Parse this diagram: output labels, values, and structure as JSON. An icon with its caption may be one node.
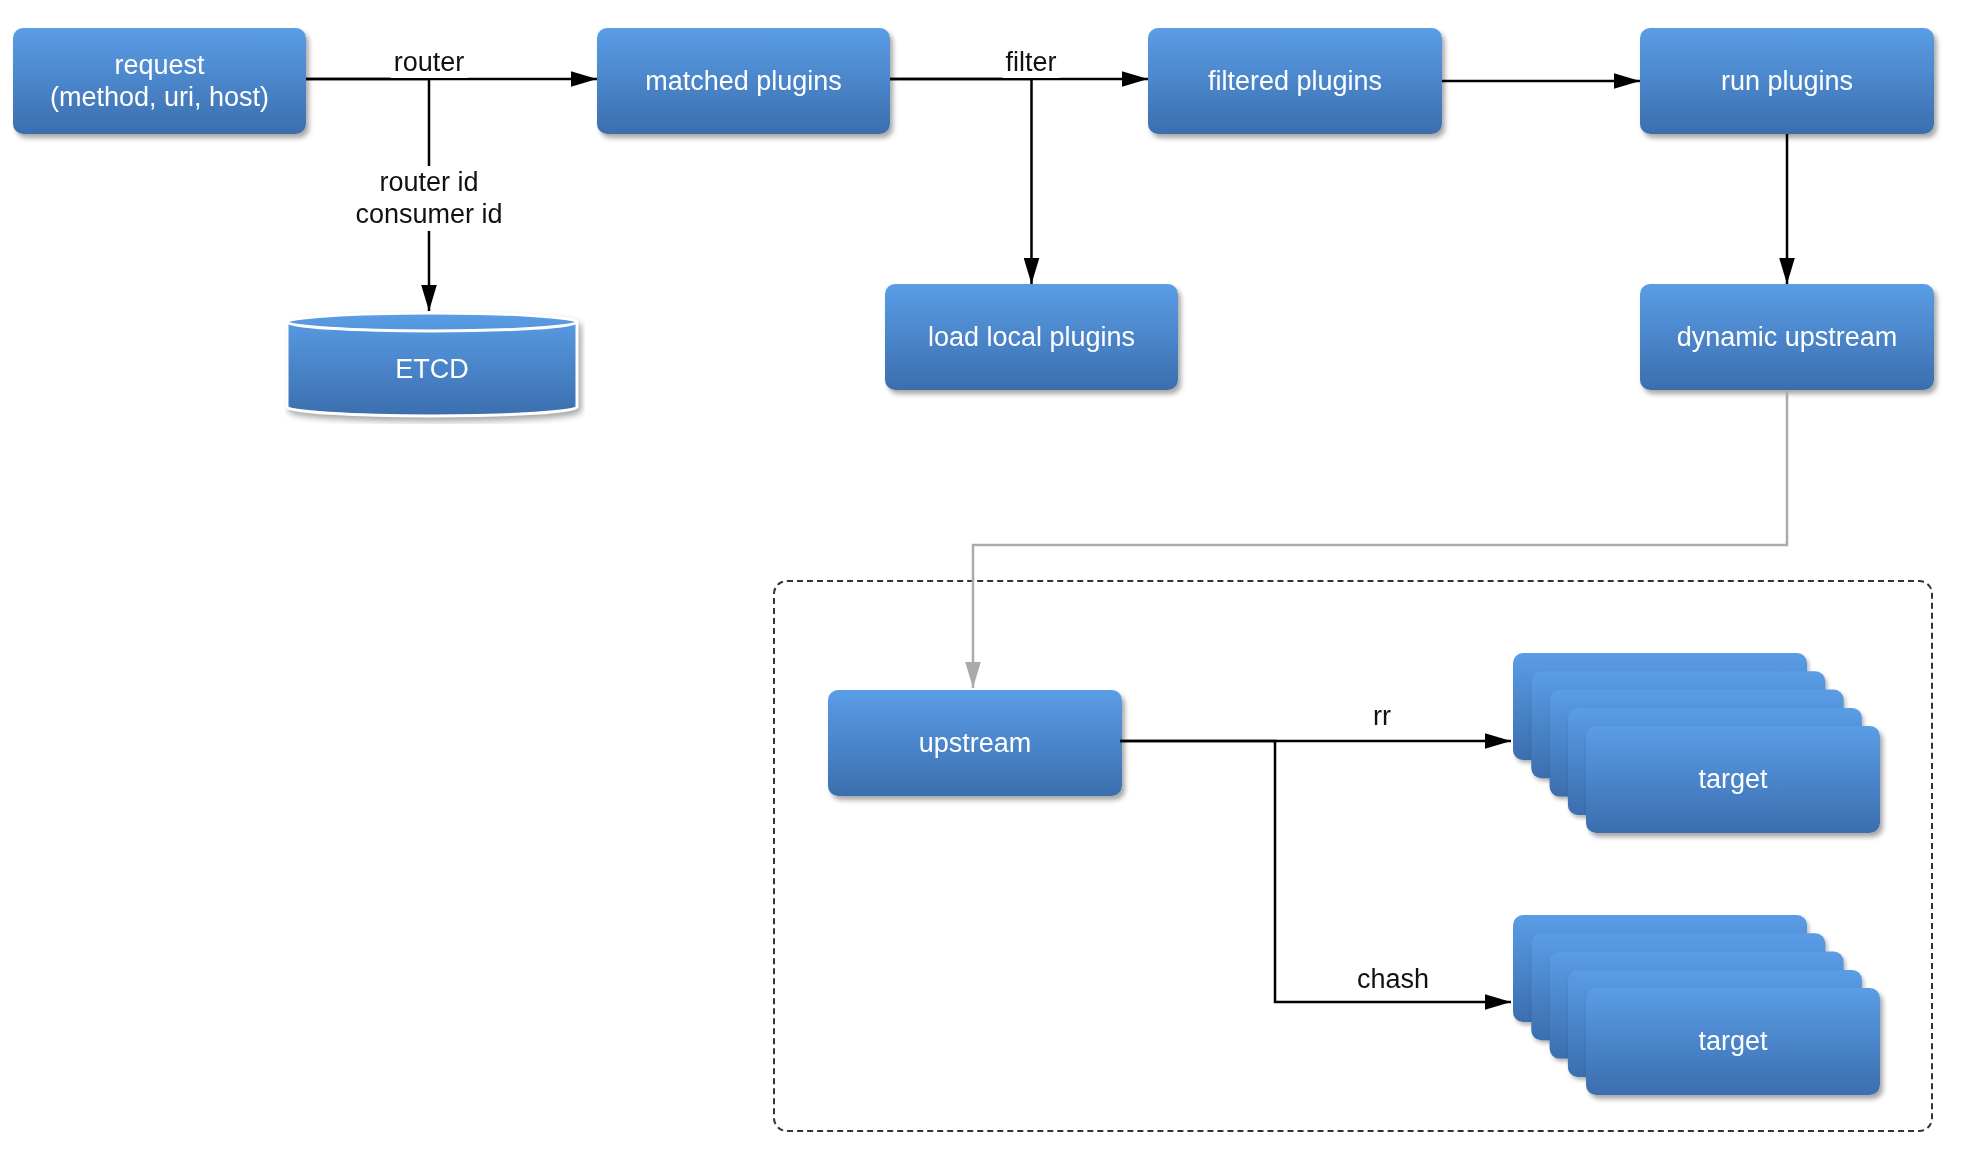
{
  "diagram": {
    "nodes": [
      {
        "text": [
          "request",
          "(method, uri, host)"
        ]
      },
      {
        "text": [
          "matched plugins"
        ]
      },
      {
        "text": [
          "filtered plugins"
        ]
      },
      {
        "text": [
          "run plugins"
        ]
      },
      {
        "text": [
          "ETCD"
        ]
      },
      {
        "text": [
          "load local plugins"
        ]
      },
      {
        "text": [
          "dynamic upstream"
        ]
      },
      {
        "text": [],
        "shape": "box"
      },
      {
        "text": [
          "upstream"
        ],
        "in": 7
      },
      {
        "text": [
          "target"
        ],
        "in": 7
      },
      {
        "text": [
          "target"
        ],
        "in": 7
      }
    ],
    "edges": [
      {
        "from": 0,
        "to": 1,
        "arrow": "to",
        "label": "router"
      },
      {
        "from": 0,
        "to": 4,
        "arrow": "to",
        "label": "router id consumer id"
      },
      {
        "from": 1,
        "to": 2,
        "arrow": "to",
        "label": "filter"
      },
      {
        "from": 1,
        "to": 5,
        "arrow": "to"
      },
      {
        "from": 2,
        "to": 3,
        "arrow": "to"
      },
      {
        "from": 3,
        "to": 6,
        "arrow": "to"
      },
      {
        "from": 6,
        "to": 8,
        "arrow": "to",
        "color": "#aaaaaa"
      },
      {
        "from": 8,
        "to": 9,
        "arrow": "to",
        "label": "rr"
      },
      {
        "from": 8,
        "to": 10,
        "arrow": "to",
        "label": "chash"
      }
    ]
  }
}
